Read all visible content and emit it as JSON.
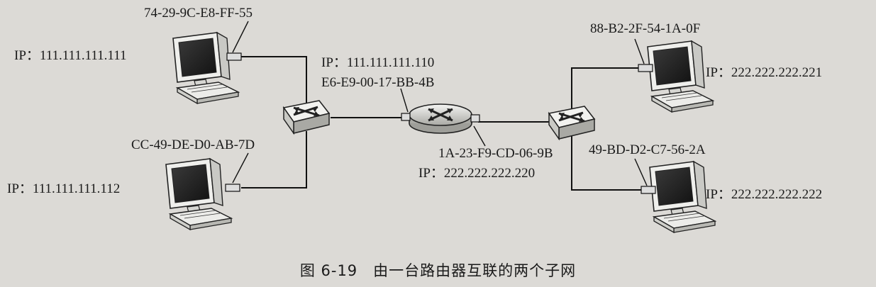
{
  "hosts": {
    "host_a": {
      "mac": "74-29-9C-E8-FF-55",
      "ip": "IP：111.111.111.111"
    },
    "host_b": {
      "mac": "CC-49-DE-D0-AB-7D",
      "ip": "IP：111.111.111.112"
    },
    "host_c": {
      "mac": "88-B2-2F-54-1A-0F",
      "ip": "IP：222.222.222.221"
    },
    "host_d": {
      "mac": "49-BD-D2-C7-56-2A",
      "ip": "IP：222.222.222.222"
    }
  },
  "router": {
    "left_if": {
      "ip": "IP：111.111.111.110",
      "mac": "E6-E9-00-17-BB-4B"
    },
    "right_if": {
      "mac": "1A-23-F9-CD-06-9B",
      "ip": "IP：222.222.222.220"
    }
  },
  "caption": "图 6-19　由一台路由器互联的两个子网",
  "colors": {
    "device": "#f2f2f0",
    "device_dark": "#bdbdb8",
    "screen": "#2a2a2a",
    "line": "#111111"
  }
}
